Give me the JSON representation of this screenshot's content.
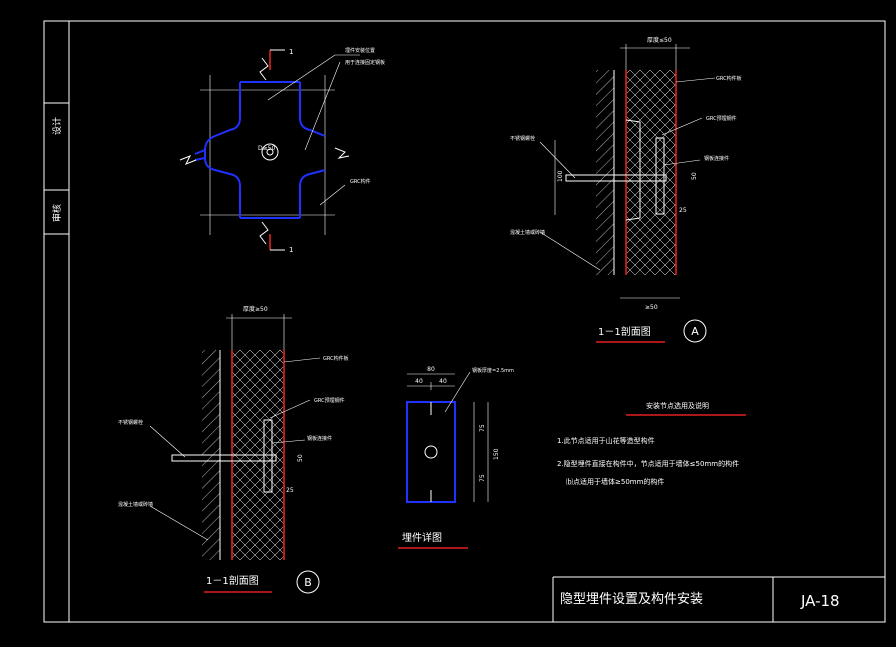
{
  "side_labels": {
    "design": "设计",
    "check": "审核"
  },
  "plan_view": {
    "section_marks": [
      "1",
      "1"
    ],
    "callout_top": [
      "埋件安装位置",
      "用于连接固定钢板"
    ],
    "diameter_label": "D≥50",
    "grc_label": "GRC构件"
  },
  "section_a": {
    "top_dim": "厚度≤50",
    "bottom_dim": "≥50",
    "labels": {
      "grc_member": "GRC构件板",
      "grc_anchor": "GRC预埋钢件",
      "bolt": "不锈钢螺栓",
      "connector": "钢板连接件",
      "wall": "混凝土墙或砖墙",
      "dim_100": "100",
      "dim_50": "50",
      "dim_25": "25"
    },
    "title": "1－1剖面图",
    "marker": "A"
  },
  "section_b": {
    "top_dim": "厚度≥50",
    "labels": {
      "grc_member": "GRC构件板",
      "grc_anchor": "GRC预埋钢件",
      "bolt": "不锈钢螺栓",
      "connector": "钢板连接件",
      "wall": "混凝土墙或砖墙",
      "dim_50": "50",
      "dim_25": "25"
    },
    "title": "1－1剖面图",
    "marker": "B"
  },
  "embed_detail": {
    "dim_total": "80",
    "dim_left": "40",
    "dim_right": "40",
    "thickness": "钢板厚度=2.5mm",
    "dim_height": "150",
    "dim_upper": "75",
    "dim_lower": "75",
    "title": "埋件详图"
  },
  "notes": {
    "title": "安装节点选用及说明",
    "line1": "1.此节点适用于山花等造型构件",
    "line2": "2.隐型埋件直接在构件中，节点适用于墙体≤50mm的构件",
    "line3": "⒝点适用于墙体≥50mm的构件"
  },
  "title_block": {
    "drawing_title": "隐型埋件设置及构件安装",
    "drawing_number": "JA-18"
  },
  "colors": {
    "background": "#000000",
    "lines": "#ffffff",
    "grc_outline": "#2030ff",
    "grc_skin": "#e02020"
  }
}
